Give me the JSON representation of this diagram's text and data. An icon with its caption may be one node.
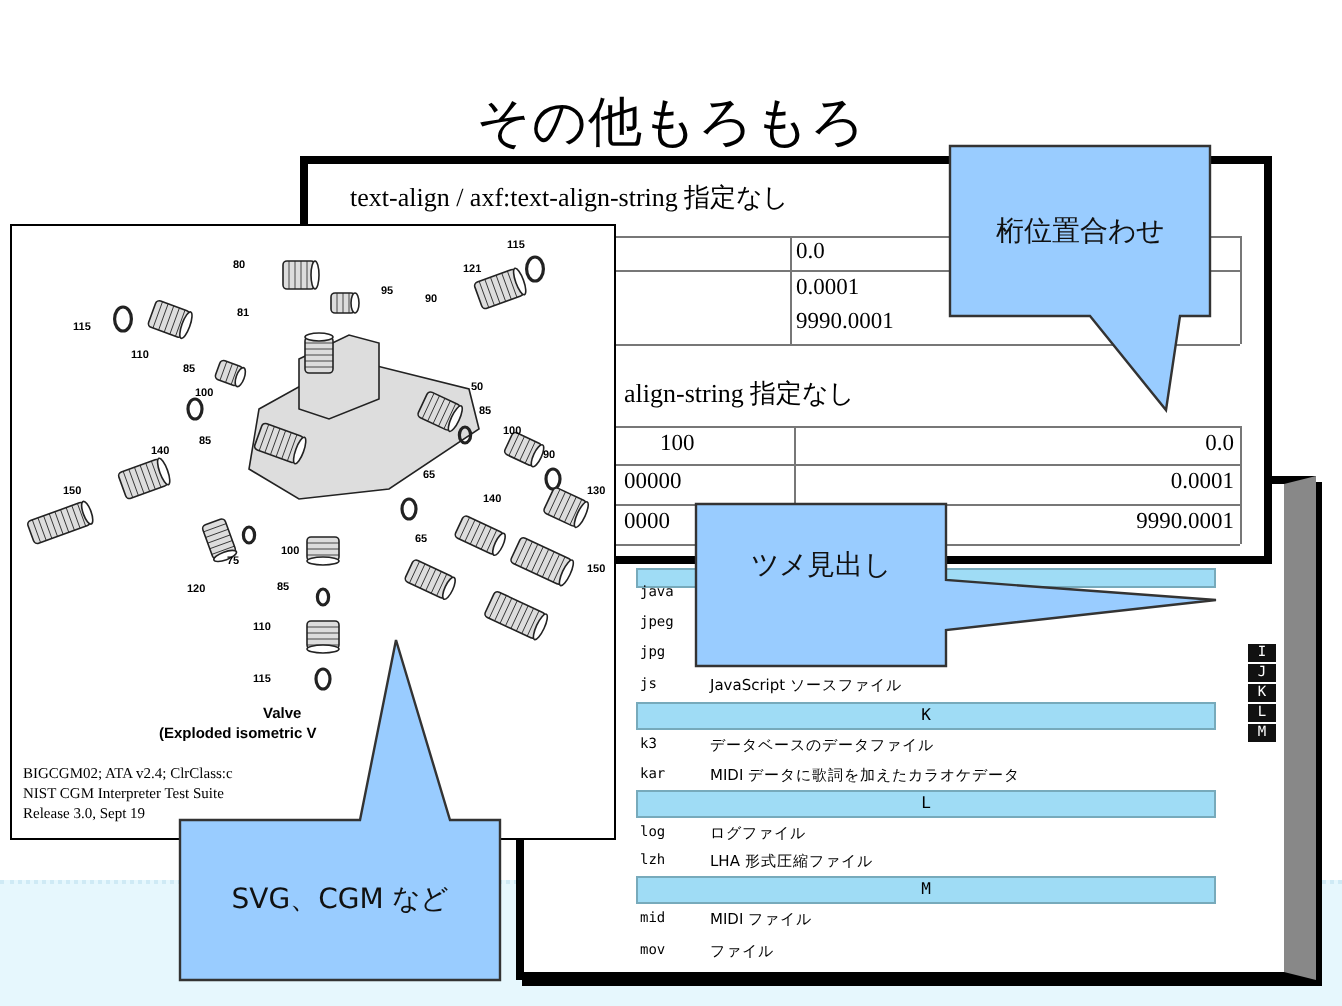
{
  "diagram": {
    "title": "その他もろもろ",
    "nodes": [
      {
        "text": [
          "桁位置合わせ"
        ]
      },
      {
        "text": [
          "ツメ見出し"
        ]
      },
      {
        "text": [
          "SVG、CGM など"
        ]
      }
    ],
    "labels": [
      "text-align / axf:text-align-string 指定なし",
      "0.0",
      "0.0001",
      "9990.0001",
      "align-string 指定なし",
      "100",
      "0.0",
      "00000",
      "0.0001",
      "0000",
      "9990.0001",
      "80",
      "115",
      "121",
      "95",
      "81",
      "90",
      "115",
      "110",
      "85",
      "100",
      "50",
      "85",
      "100",
      "85",
      "140",
      "90",
      "65",
      "150",
      "130",
      "140",
      "65",
      "100",
      "75",
      "150",
      "120",
      "85",
      "110",
      "115",
      "Valve",
      "(Exploded isometric V",
      "BIGCGM02; ATA v2.4;  ClrClass:c",
      "NIST CGM Interpreter Test Suite",
      "Release 3.0, Sept 19",
      "java",
      "jpeg",
      "jpg",
      "js",
      "JavaScript ソースファイル",
      "K",
      "k3",
      "データベースのデータファイル",
      "kar",
      "MIDI データに歌詞を加えたカラオケデータ",
      "L",
      "log",
      "ログファイル",
      "lzh",
      "LHA 形式圧縮ファイル",
      "M",
      "mid",
      "MIDI ファイル",
      "mov",
      "ファイル",
      "I",
      "J",
      "K",
      "L",
      "M"
    ]
  }
}
